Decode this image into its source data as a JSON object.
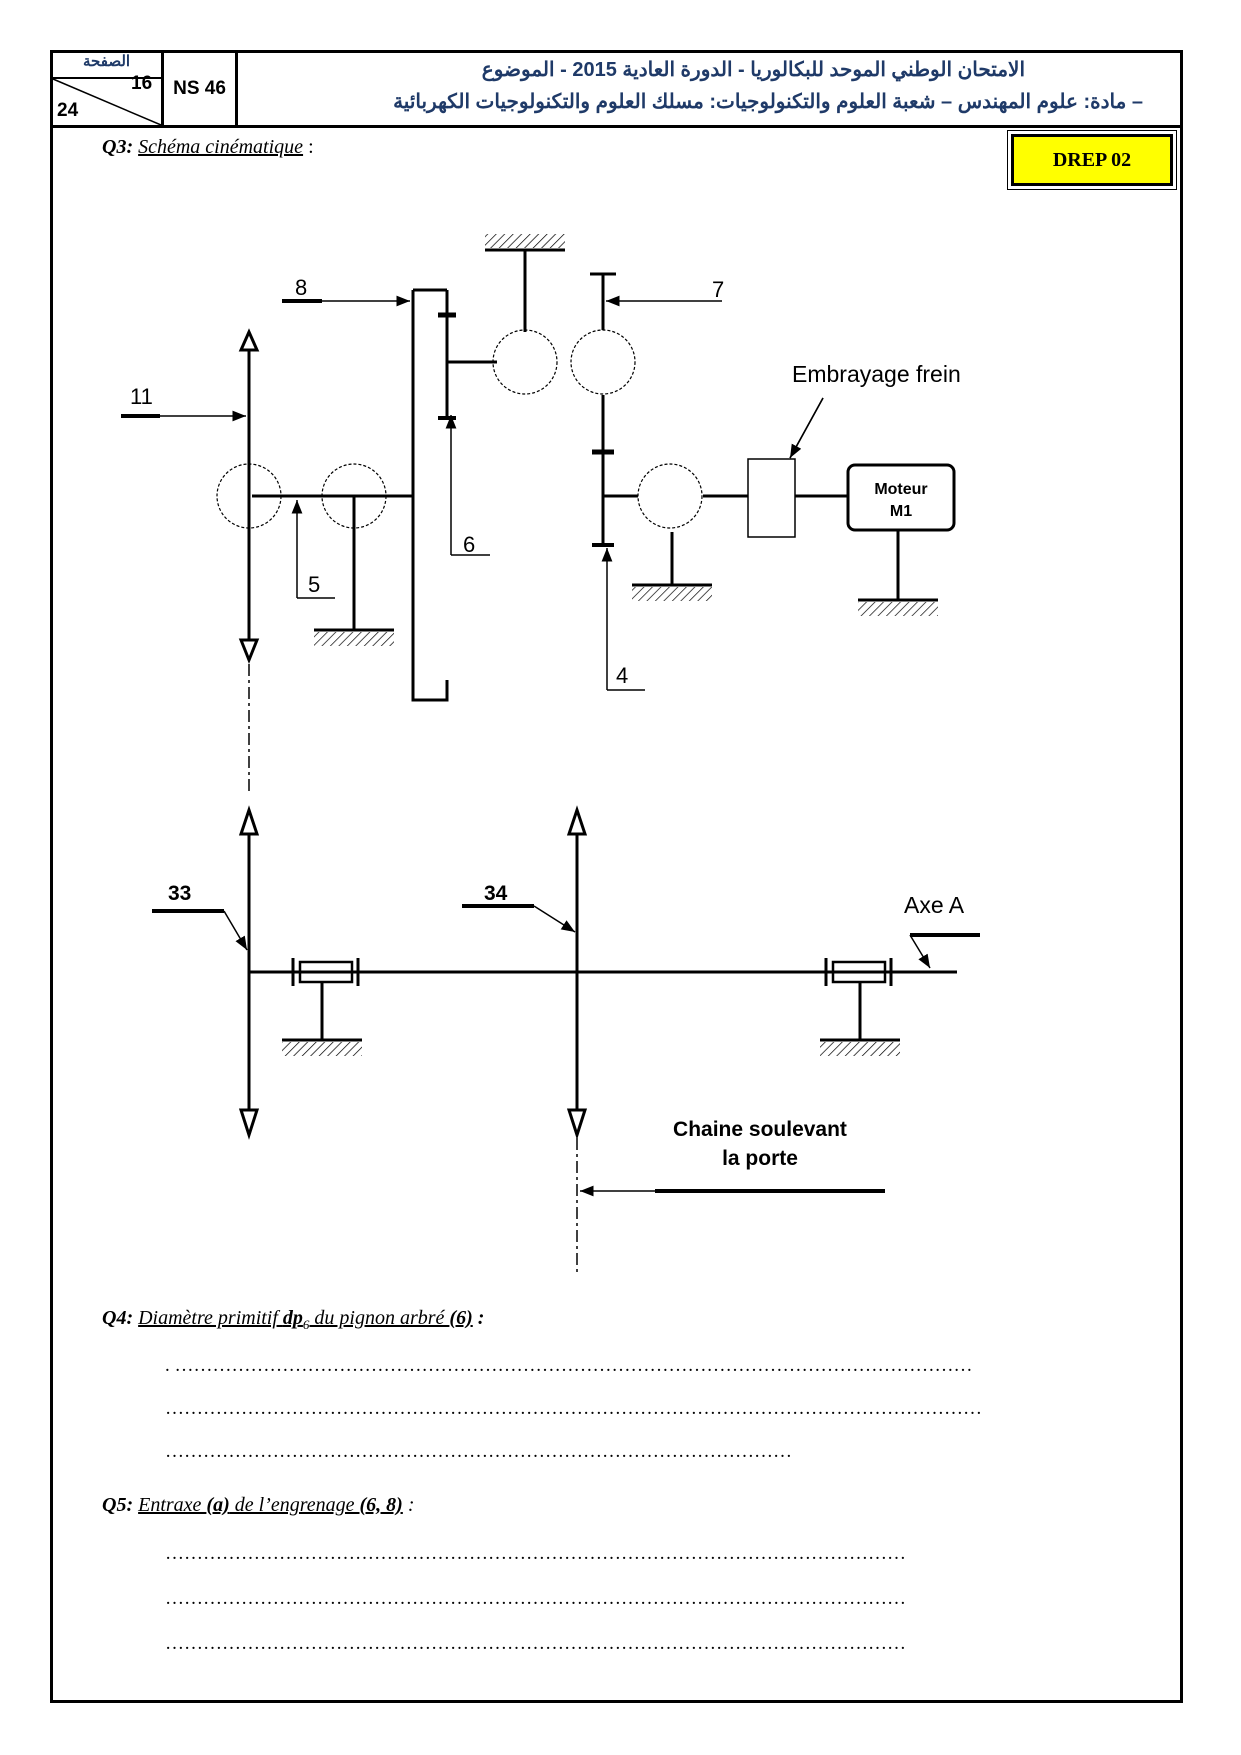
{
  "header": {
    "page_label": "الصفحة",
    "page_number": "16",
    "page_total": "24",
    "code": "NS 46",
    "title_line1": "الامتحان الوطني الموحد للبكالوريا -  الدورة العادية  2015 -  الموضوع",
    "title_line2": "– مادة: علوم المهندس – شعبة العلوم والتكنولوجيات: مسلك العلوم والتكنولوجيات الكهربائية"
  },
  "drep": "DREP 02",
  "q3": {
    "num": "Q3:",
    "text": "Schéma cinématique",
    "suffix": " :"
  },
  "diagram": {
    "labels": {
      "l11": "11",
      "l8": "8",
      "l7": "7",
      "l6": "6",
      "l5": "5",
      "l4": "4",
      "embrayage": "Embrayage frein",
      "moteur_line1": "Moteur",
      "moteur_line2": "M1",
      "l33": "33",
      "l34": "34",
      "axe": "Axe A",
      "chaine_line1": "Chaine soulevant",
      "chaine_line2": "la porte"
    }
  },
  "q4": {
    "num": "Q4:",
    "text_a": "Diamètre primitif ",
    "dp": "dp",
    "sub": "6",
    "text_b": " du pignon arbré ",
    "ref": "(6)",
    "suffix": " :",
    "line1": ". ………………………………………………………………………………………………………………",
    "line2": "…………………………………………………………………………………………………………………",
    "line3": "………………………………………………………………………………………"
  },
  "q5": {
    "num": "Q5:",
    "text_a": "Entraxe ",
    "a": "(a)",
    "text_b": " de l’engrenage ",
    "ref": "(6, 8)",
    "suffix": " :",
    "line1": "………………………………………………………………………………………………………",
    "line2": "………………………………………………………………………………………………………",
    "line3": "………………………………………………………………………………………………………"
  }
}
